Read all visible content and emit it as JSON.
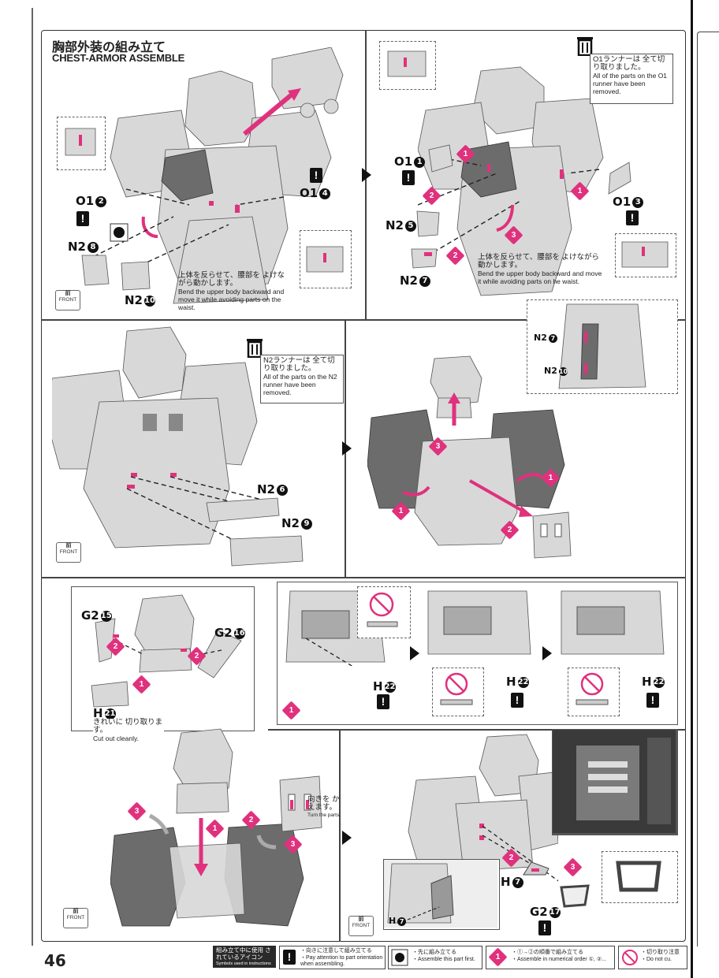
{
  "page": {
    "number": "46"
  },
  "header": {
    "title_jp": "胸部外装の組み立て",
    "title_en": "CHEST-ARMOR ASSEMBLE"
  },
  "step1": {
    "parts": {
      "o1_2": "O1",
      "o1_4": "O1",
      "n2_8": "N2",
      "n2_10": "N2"
    },
    "nums": {
      "o1_2": "2",
      "o1_4": "4",
      "n2_8": "8",
      "n2_10": "10"
    },
    "note_jp": "上体を反らせて、腰部を よけながら動かします。",
    "note_en": "Bend the upper body backward and move it while avoiding parts on the waist.",
    "front_jp": "前",
    "front_en": "FRONT"
  },
  "step2": {
    "runner_jp": "O1ランナーは 全て切り取りました。",
    "runner_en": "All of the parts on the O1 runner have been removed.",
    "parts": {
      "o1_1": "O1",
      "o1_3": "O1",
      "n2_5": "N2",
      "n2_7": "N2"
    },
    "nums": {
      "o1_1": "1",
      "o1_3": "3",
      "n2_5": "5",
      "n2_7": "7"
    },
    "note_jp": "上体を反らせて、腰部を よけながら動かします。",
    "note_en": "Bend the upper body backward and move it while avoiding parts on he waist.",
    "steps": [
      "1",
      "1",
      "2",
      "2",
      "3"
    ],
    "detail": {
      "n2_7": "N2",
      "n2_10": "N2",
      "num7": "7",
      "num10": "10"
    }
  },
  "step3": {
    "runner_jp": "N2ランナーは 全て切り取りました。",
    "runner_en": "All of the parts on the N2 runner have been removed.",
    "parts": {
      "n2_6": "N2",
      "n2_9": "N2"
    },
    "nums": {
      "n2_6": "6",
      "n2_9": "9"
    },
    "front_jp": "前",
    "front_en": "FRONT",
    "steps": [
      "1",
      "1",
      "2",
      "3"
    ]
  },
  "step4": {
    "parts": {
      "g2_15": "G2",
      "g2_16": "G2",
      "h_21": "H"
    },
    "nums": {
      "g2_15": "15",
      "g2_16": "16",
      "h_21": "21"
    },
    "cut_jp": "きれいに 切り取ります。",
    "cut_en": "Cut out cleanly.",
    "steps": [
      "1",
      "2",
      "2"
    ]
  },
  "step5": {
    "parts": {
      "h_22a": "H",
      "h_22b": "H",
      "h_22c": "H"
    },
    "num": "22",
    "step": "1"
  },
  "step6": {
    "turn_jp": "向きを かえます。",
    "turn_en": "Turn the parts.",
    "front_jp": "前",
    "front_en": "FRONT",
    "steps": [
      "1",
      "2",
      "3",
      "3"
    ]
  },
  "step7": {
    "parts": {
      "h_7a": "H",
      "h_7b": "H",
      "g2_17": "G2"
    },
    "nums": {
      "h_7": "7",
      "g2_17": "17"
    },
    "steps": [
      "2",
      "3"
    ],
    "front_jp": "前",
    "front_en": "FRONT"
  },
  "footer": {
    "legend_title_jp": "組み立て中に使用 されているアイコン",
    "legend_title_en": "Symbols used in instructions",
    "icons": [
      {
        "jp": "・向きに注意して組み立てる",
        "en": "・Pay attention to part orientation when assembling."
      },
      {
        "jp": "・先に組み立てる",
        "en": "・Assemble this part first."
      },
      {
        "jp": "・①→②の順番で組み立てる",
        "en": "・Assemble in numerical order ①, ②..."
      },
      {
        "jp": "・切り取り注意",
        "en": "・Do not cu."
      }
    ]
  },
  "colors": {
    "accent": "#e0317d",
    "dark": "#111111",
    "part_gray": "#d8d8d8"
  }
}
